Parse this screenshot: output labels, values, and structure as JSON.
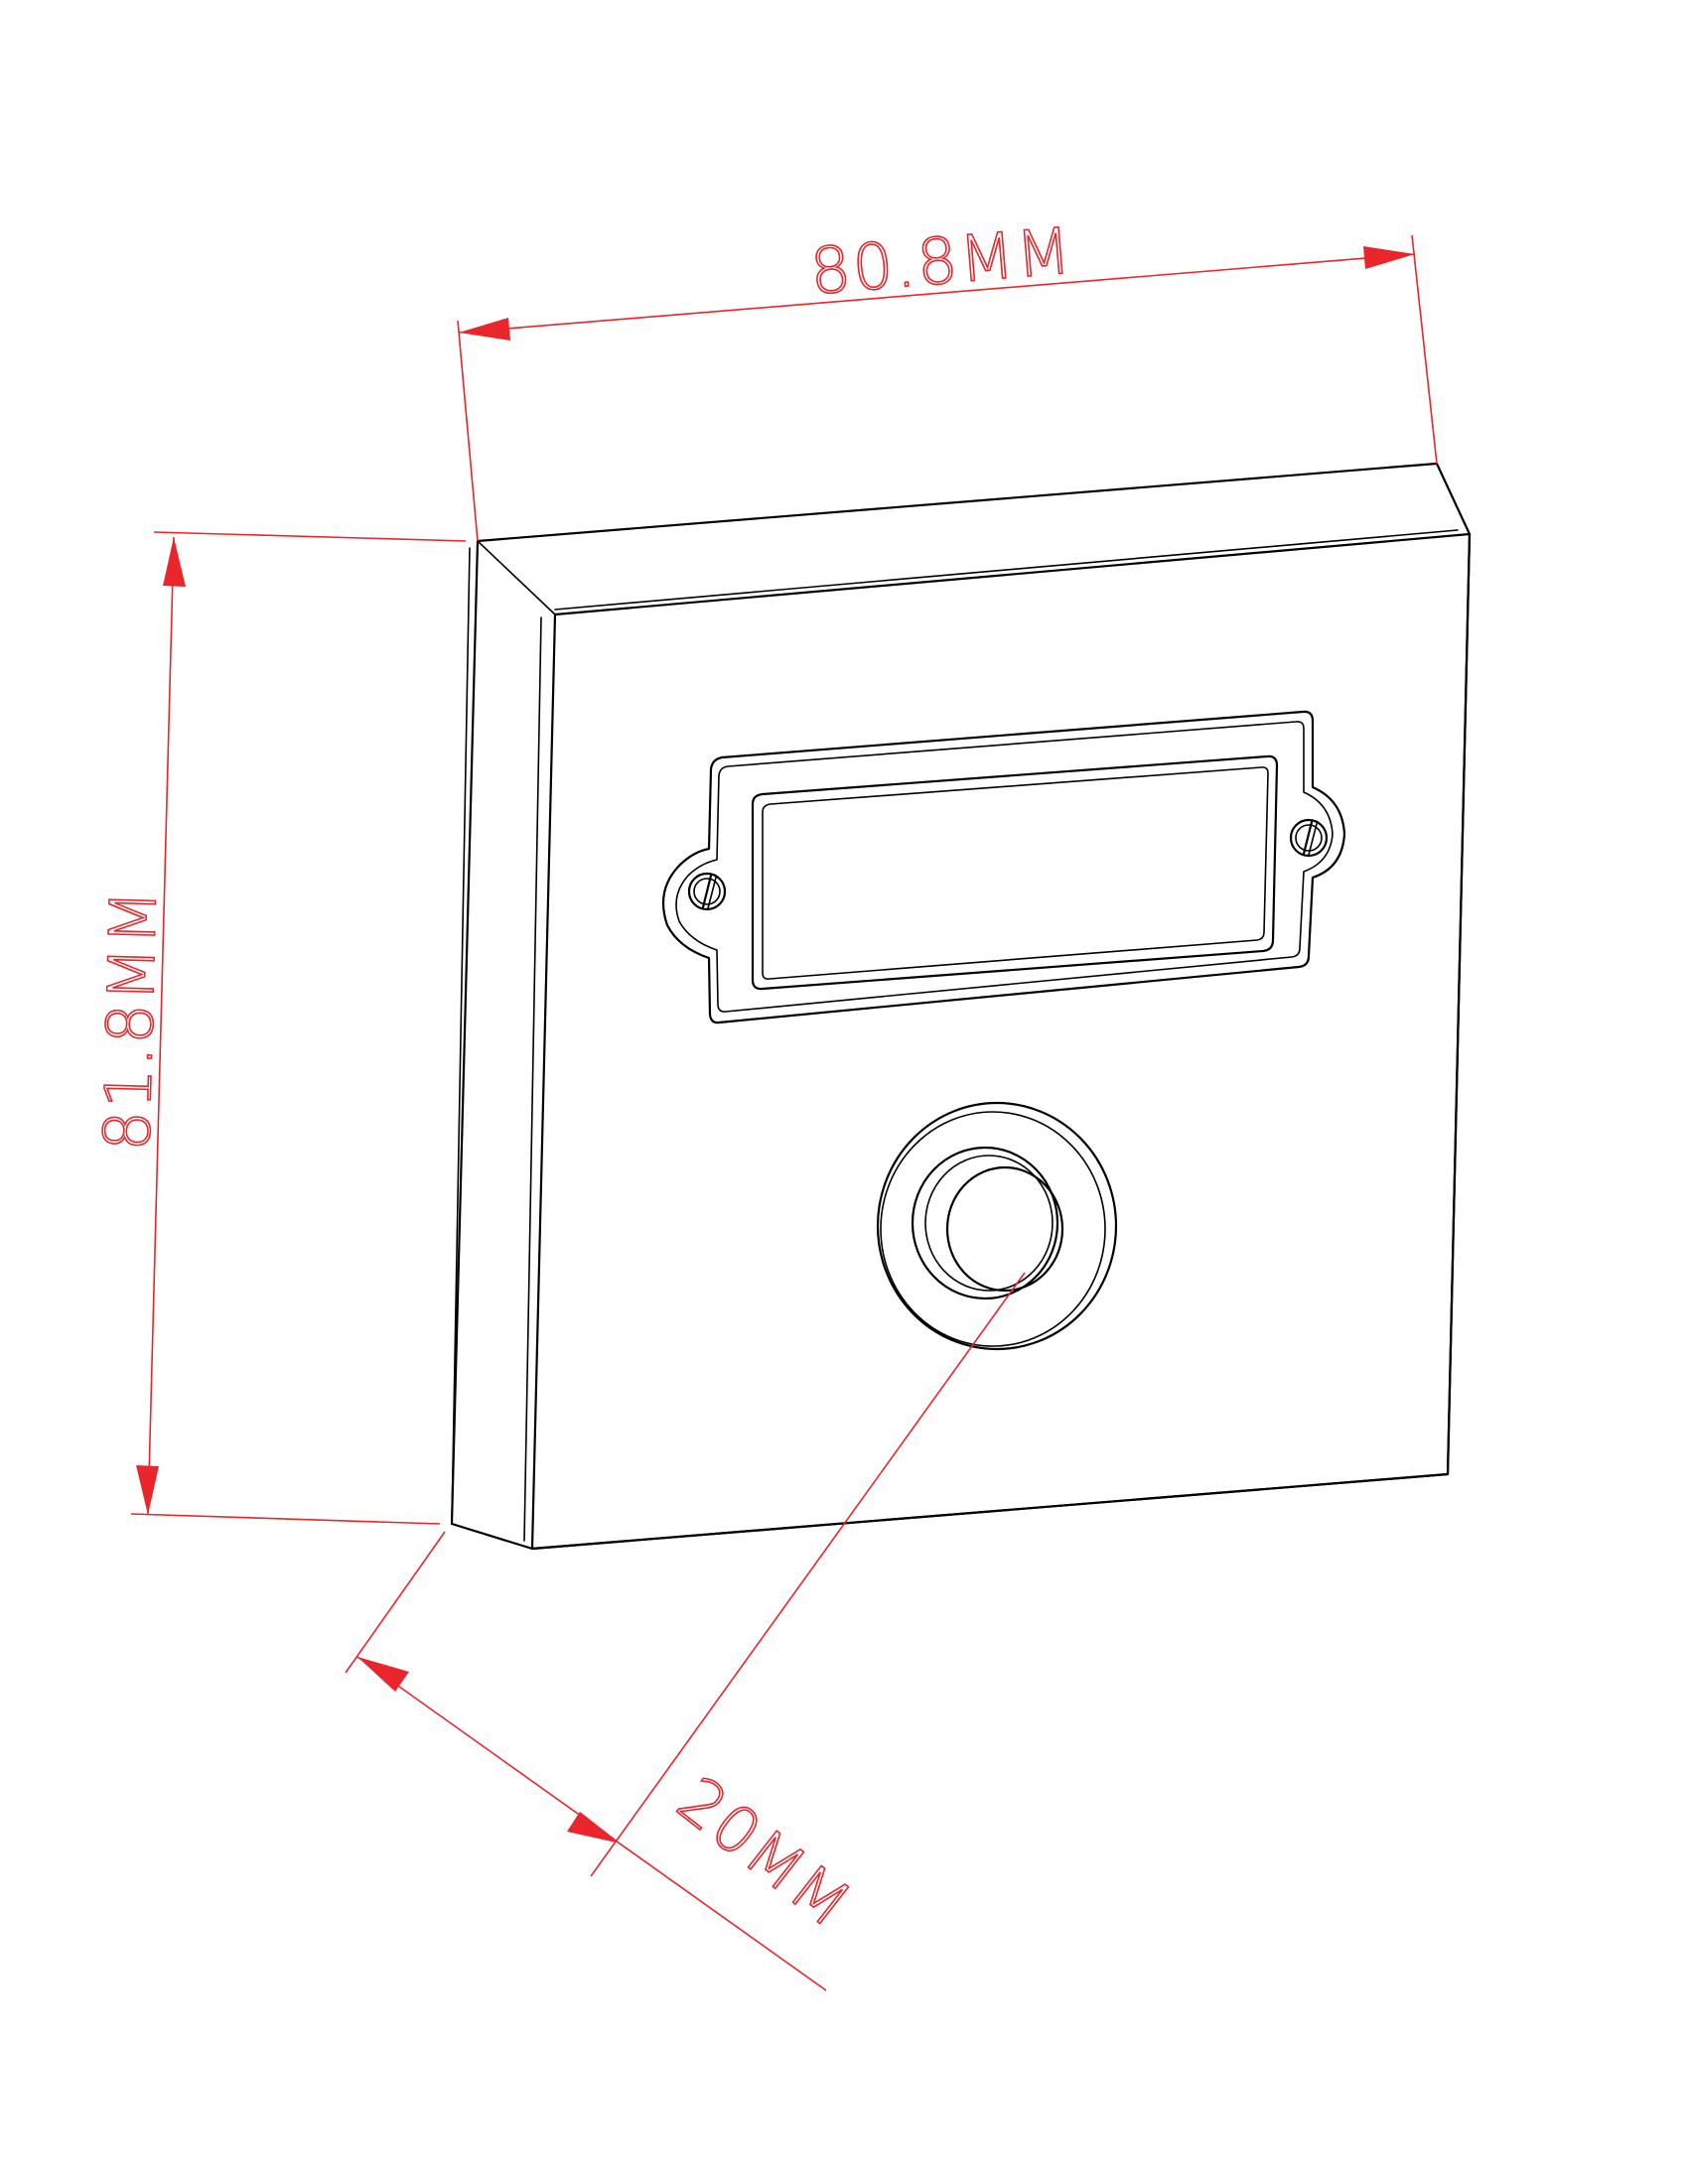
{
  "dimensions": {
    "width": "80.8MM",
    "height": "81.8MM",
    "depth": "20MM"
  },
  "colors": {
    "outline": "#000000",
    "dimension": "#e8262b",
    "background": "#ffffff"
  }
}
